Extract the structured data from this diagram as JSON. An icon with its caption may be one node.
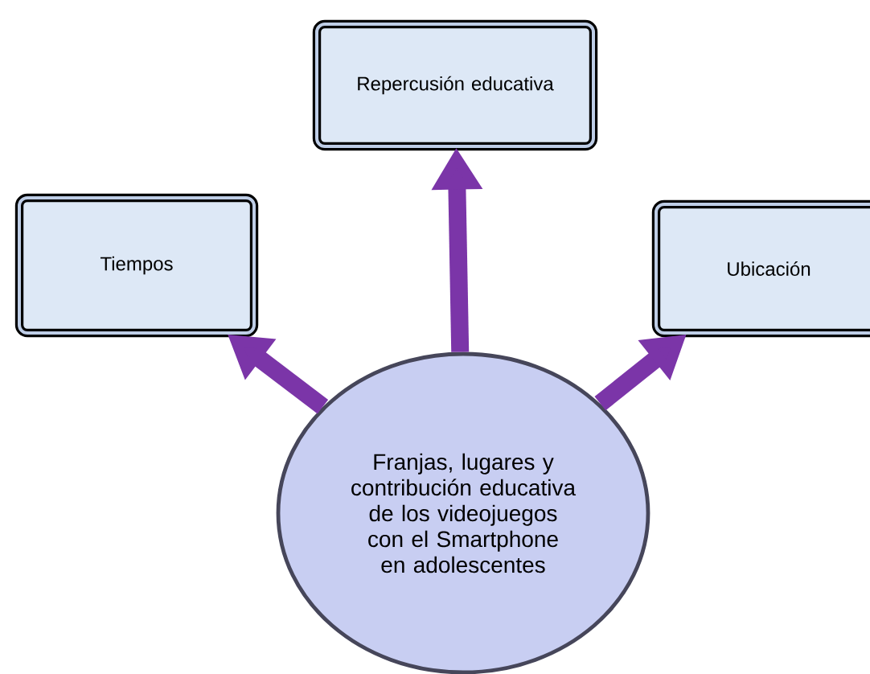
{
  "diagram": {
    "nodes": [
      {
        "text": [
          "Repercusión educativa"
        ]
      },
      {
        "text": [
          "Tiempos"
        ]
      },
      {
        "text": [
          "Ubicación"
        ]
      },
      {
        "text": [
          "Franjas, lugares y contribución educativa de los videojuegos con el Smartphone en adolescentes"
        ]
      }
    ],
    "edges": [
      {
        "from": 3,
        "to": 0,
        "arrow": "to"
      },
      {
        "from": 3,
        "to": 1,
        "arrow": "to"
      },
      {
        "from": 3,
        "to": 2,
        "arrow": "to"
      }
    ]
  }
}
